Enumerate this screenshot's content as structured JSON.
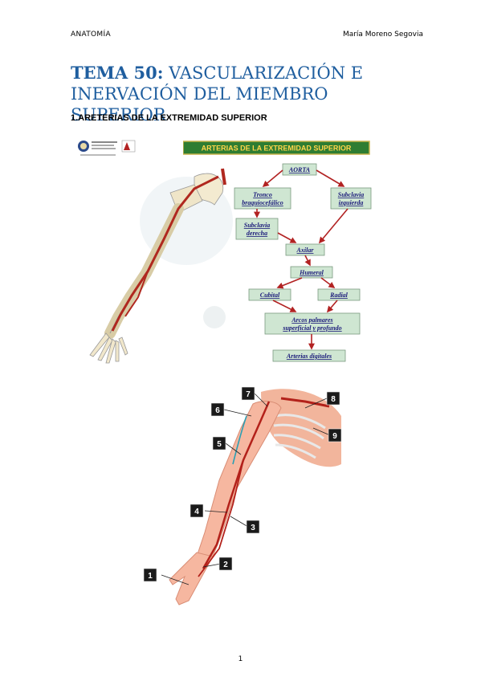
{
  "header": {
    "left": "ANATOMÍA",
    "right": "María Moreno Segovia"
  },
  "title": {
    "bold": "TEMA 50:",
    "rest": " VASCULARIZACIÓN E INERVACIÓN DEL MIEMBRO SUPERIOR"
  },
  "section": "1.ARETERIAS DE LA EXTREMIDAD SUPERIOR",
  "diagram": {
    "heading": "ARTERIAS DE LA EXTREMIDAD SUPERIOR",
    "nodes": {
      "aorta": "AORTA",
      "tronco1": "Tronco",
      "tronco2": "braquiocefálico",
      "subizq1": "Subclavia",
      "subizq2": "izquierda",
      "subder1": "Subclavia",
      "subder2": "derecha",
      "axilar": "Axilar",
      "humeral": "Humeral",
      "cubital": "Cubital",
      "radial": "Radial",
      "arcos1": "Arcos palmares",
      "arcos2": "superficial y profundo",
      "digitales": "Arterias digitales"
    }
  },
  "figure2": {
    "labels": [
      "1",
      "2",
      "3",
      "4",
      "5",
      "6",
      "7",
      "8",
      "9"
    ]
  },
  "footer": {
    "page": "1"
  },
  "colors": {
    "title": "#1f5e9f",
    "box": "#cfe6d2",
    "arrow": "#b22222",
    "banner": "#2e7d32",
    "label_bg": "#1a1a1a"
  }
}
